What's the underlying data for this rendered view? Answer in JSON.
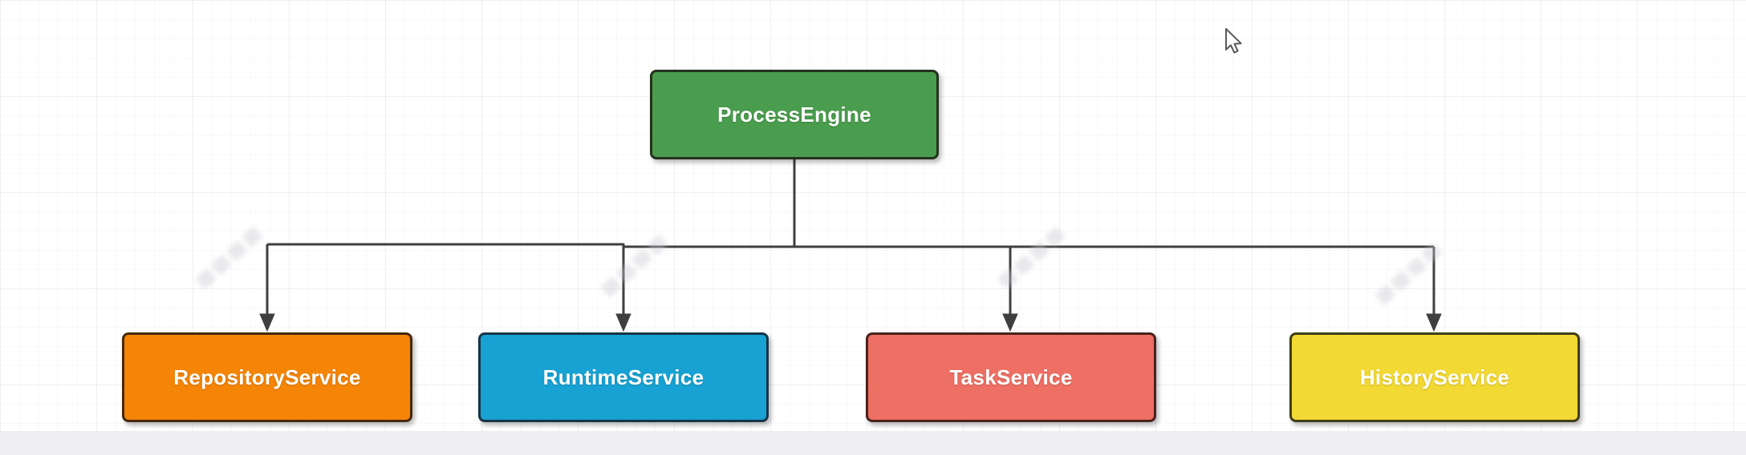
{
  "canvas": {
    "background": "#ffffff",
    "grid_minor_color": "#f3f3f6",
    "grid_major_color": "#ededf1",
    "bottom_bar_color": "#eeeef0"
  },
  "diagram": {
    "connector_color": "#3f3f3f",
    "root": {
      "id": "process-engine",
      "label": "ProcessEngine",
      "fill": "#4a9d4e",
      "border": "#24321e",
      "text_color": "#ffffff"
    },
    "children": [
      {
        "id": "repository-service",
        "label": "RepositoryService",
        "fill": "#f58506",
        "border": "#46290a",
        "text_color": "#ffffff"
      },
      {
        "id": "runtime-service",
        "label": "RuntimeService",
        "fill": "#17a2d3",
        "border": "#173446",
        "text_color": "#ffffff"
      },
      {
        "id": "task-service",
        "label": "TaskService",
        "fill": "#ee6f63",
        "border": "#49221e",
        "text_color": "#ffffff"
      },
      {
        "id": "history-service",
        "label": "HistoryService",
        "fill": "#f3d933",
        "border": "#403d18",
        "text_color": "#ffffff"
      }
    ]
  }
}
